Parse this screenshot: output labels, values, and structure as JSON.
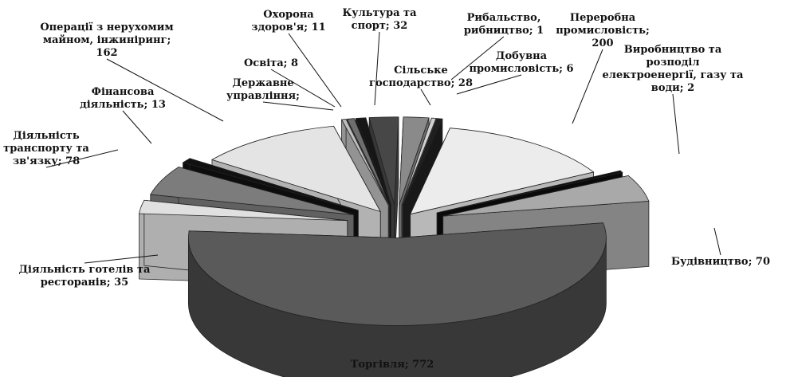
{
  "chart_data": {
    "type": "pie",
    "title": "",
    "legend": "none",
    "slices": [
      {
        "label": "Сільське господарство",
        "value": 28,
        "color": "#8a8a8a",
        "text_lines": [
          "Сільське",
          "господарство; 28"
        ]
      },
      {
        "label": "Рибальство, рибництво",
        "value": 1,
        "color": "#d0d0d0",
        "text_lines": [
          "Рибальство,",
          "рибництво; 1"
        ]
      },
      {
        "label": "Добувна промисловість",
        "value": 6,
        "color": "#1f1f1f",
        "text_lines": [
          "Добувна",
          "промисловість; 6"
        ]
      },
      {
        "label": "Переробна промисловість",
        "value": 200,
        "color": "#ececec",
        "text_lines": [
          "Переробна",
          "промисловість;",
          "200"
        ]
      },
      {
        "label": "Виробництво та розподіл електроенергії, газу та води",
        "value": 2,
        "color": "#0d0d0d",
        "text_lines": [
          "Виробництво та",
          "розподіл",
          "електроенергії, газу та",
          "води; 2"
        ]
      },
      {
        "label": "Будівництво",
        "value": 70,
        "color": "#a9a9a9",
        "text_lines": [
          "Будівництво; 70"
        ]
      },
      {
        "label": "Торгівля",
        "value": 772,
        "color": "#5a5a5a",
        "text_lines": [
          "Торгівля; 772"
        ]
      },
      {
        "label": "Діяльність готелів та ресторанів",
        "value": 35,
        "color": "#e0e0e0",
        "text_lines": [
          "Діяльність готелів та",
          "ресторанів; 35"
        ]
      },
      {
        "label": "Діяльність транспорту та зв'язку",
        "value": 78,
        "color": "#7c7c7c",
        "text_lines": [
          "Діяльність",
          "транспорту та",
          "зв'язку; 78"
        ]
      },
      {
        "label": "Фінансова діяльність",
        "value": 13,
        "color": "#111111",
        "text_lines": [
          "Фінансова",
          "діяльність; 13"
        ]
      },
      {
        "label": "Операції з нерухомим майном, інжиніринг",
        "value": 162,
        "color": "#e4e4e4",
        "text_lines": [
          "Операції з нерухомим",
          "майном, інжиніринг;",
          "162"
        ]
      },
      {
        "label": "Державне управління",
        "value": 0,
        "color": "#bcbcbc",
        "text_lines": [
          "Державне",
          "управління;"
        ]
      },
      {
        "label": "Освіта",
        "value": 8,
        "color": "#6e6e6e",
        "text_lines": [
          "Освіта; 8"
        ]
      },
      {
        "label": "Охорона здоров'я",
        "value": 11,
        "color": "#161616",
        "text_lines": [
          "Охорона",
          "здоров'я; 11"
        ]
      },
      {
        "label": "Культура та спорт",
        "value": 32,
        "color": "#474747",
        "text_lines": [
          "Культура та",
          "спорт; 32"
        ]
      }
    ]
  }
}
